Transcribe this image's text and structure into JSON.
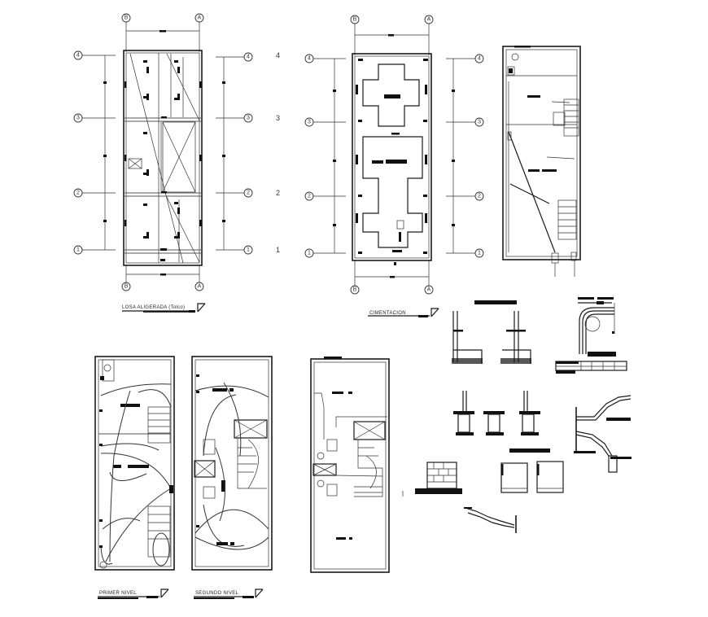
{
  "sheet": {
    "background": "#ffffff",
    "line_color": "#1a1a1a"
  },
  "plans": [
    {
      "id": "losa",
      "title": "LOSA ALIGERADA (Tolco)",
      "grid_columns": [
        "B",
        "A"
      ],
      "grid_rows": [
        "4",
        "3",
        "2",
        "1"
      ],
      "row_labels_right": [
        "4",
        "3",
        "2",
        "1"
      ]
    },
    {
      "id": "cimentacion",
      "title": "CIMENTACION",
      "grid_columns": [
        "B",
        "A"
      ],
      "grid_rows": [
        "4",
        "3",
        "2",
        "1"
      ]
    },
    {
      "id": "sanitary",
      "title": ""
    },
    {
      "id": "primer-nivel",
      "title": "PRIMER NIVEL"
    },
    {
      "id": "segundo-nivel",
      "title": "SEGUNDO NIVEL"
    },
    {
      "id": "tercer",
      "title": ""
    }
  ],
  "labels": {
    "losa_title": "LOSA ALIGERADA (Tolco)",
    "cim_title": "CIMENTACION",
    "primer_title": "PRIMER NIVEL",
    "segundo_title": "SEGUNDO NIVEL",
    "col_b": "B",
    "col_a": "A",
    "row_4": "4",
    "row_3": "3",
    "row_2": "2",
    "row_1": "1"
  },
  "details": [
    "foundation-wall-sections",
    "stair-rebar-detail",
    "footing-sections",
    "stair-section-top",
    "masonry-wall-elevation",
    "column-box-details",
    "stair-section-bottom"
  ]
}
